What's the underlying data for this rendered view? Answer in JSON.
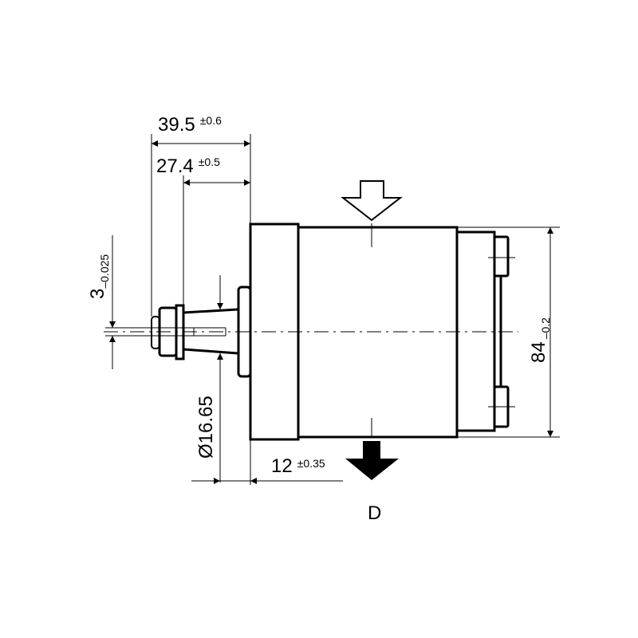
{
  "dimensions": {
    "overall_shaft": {
      "value": "39.5",
      "tolerance": "±0.6"
    },
    "shaft_to_flange": {
      "value": "27.4",
      "tolerance": "±0.5"
    },
    "key_width": {
      "value": "3",
      "tolerance": "–0.025"
    },
    "pilot_diameter": {
      "value": "Ø16.65"
    },
    "pilot_length": {
      "value": "12",
      "tolerance": "±0.35"
    },
    "body_height": {
      "value": "84",
      "tolerance": "–0.2"
    }
  },
  "labels": {
    "outlet": "D"
  },
  "colors": {
    "line": "#000000",
    "background": "#ffffff"
  }
}
